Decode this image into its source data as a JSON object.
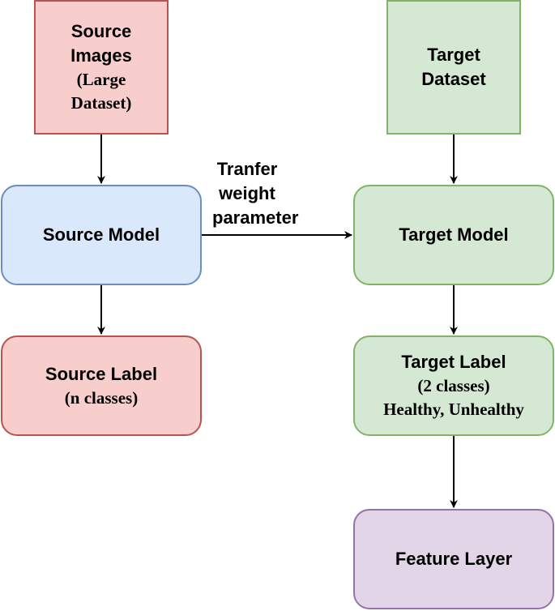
{
  "nodes": {
    "source_images": {
      "title_line1": "Source",
      "title_line2": "Images",
      "sub_line1": "(Large",
      "sub_line2": "Dataset)"
    },
    "target_dataset": {
      "line1": "Target",
      "line2": "Dataset"
    },
    "source_model": {
      "label": "Source Model"
    },
    "target_model": {
      "label": "Target Model"
    },
    "source_label": {
      "title": "Source Label",
      "sub": "(n classes)"
    },
    "target_label": {
      "title": "Target Label",
      "sub_line1": "(2 classes)",
      "sub_line2": "Healthy, Unhealthy"
    },
    "feature_layer": {
      "label": "Feature Layer"
    }
  },
  "edge_label": {
    "line1": "Tranfer",
    "line2": "weight",
    "line3": "parameter"
  },
  "colors": {
    "red_fill": "#f8cecc",
    "red_stroke": "#b85450",
    "blue_fill": "#dae8fc",
    "blue_stroke": "#6c8ebf",
    "green_fill": "#d5e8d4",
    "green_stroke": "#82b366",
    "purple_fill": "#e1d5e7",
    "purple_stroke": "#9673a6",
    "arrow": "#000000"
  }
}
